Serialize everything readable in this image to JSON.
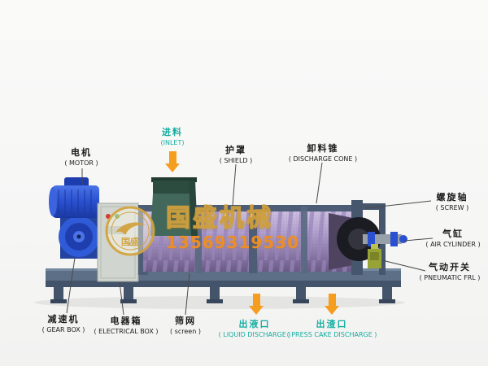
{
  "watermark": {
    "logo_text": "国盛",
    "brand": "国盛机械",
    "phone": "13569319530"
  },
  "labels": {
    "motor": {
      "zh": "电机",
      "en": "( MOTOR )"
    },
    "inlet": {
      "zh": "进料",
      "en": "(INLET)"
    },
    "shield": {
      "zh": "护罩",
      "en": "( SHIELD )"
    },
    "discharge_cone": {
      "zh": "卸料锥",
      "en": "( DISCHARGE CONE )"
    },
    "screw": {
      "zh": "螺旋轴",
      "en": "( SCREW )"
    },
    "air_cylinder": {
      "zh": "气缸",
      "en": "( AIR CYLINDER )"
    },
    "pneumatic_frl": {
      "zh": "气动开关",
      "en": "( PNEUMATIC FRL )"
    },
    "gear_box": {
      "zh": "减速机",
      "en": "( GEAR BOX )"
    },
    "electrical_box": {
      "zh": "电器箱",
      "en": "( ELECTRICAL BOX )"
    },
    "screen": {
      "zh": "筛网",
      "en": "( screen )"
    },
    "liquid_discharge": {
      "zh": "出液口",
      "en": "( LIQUID DISCHARGE )"
    },
    "press_cake_discharge": {
      "zh": "出渣口",
      "en": "( PRESS CAKE DISCHARGE )"
    }
  },
  "colors": {
    "label_text": "#1c1c1c",
    "label_accent_teal": "#14ada0",
    "flow_arrow_orange": "#f59d1f",
    "watermark_gold": "#cf9f3e",
    "watermark_phone_orange": "#f18f1f",
    "machine_blue": "#2a50cf",
    "barrel_purple": "#a894c6",
    "frame_slate": "#4c5d75"
  }
}
